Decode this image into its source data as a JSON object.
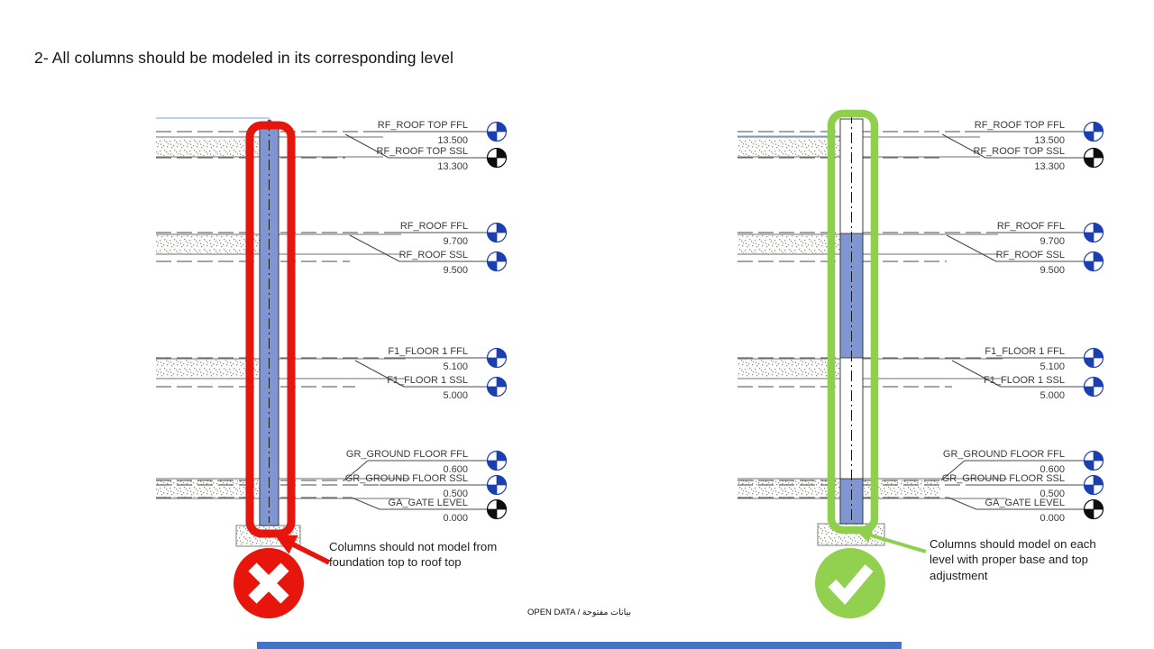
{
  "slide": {
    "title": "2- All columns should be modeled in its corresponding level"
  },
  "levels": [
    {
      "label": "RF_ROOF TOP FFL",
      "value": "13.500",
      "head": "blue"
    },
    {
      "label": "RF_ROOF TOP SSL",
      "value": "13.300",
      "head": "black"
    },
    {
      "label": "RF_ROOF FFL",
      "value": "9.700",
      "head": "blue"
    },
    {
      "label": "RF_ROOF SSL",
      "value": "9.500",
      "head": "blue"
    },
    {
      "label": "F1_FLOOR 1 FFL",
      "value": "5.100",
      "head": "blue"
    },
    {
      "label": "F1_FLOOR 1 SSL",
      "value": "5.000",
      "head": "blue"
    },
    {
      "label": "GR_GROUND FLOOR FFL",
      "value": "0.600",
      "head": "blue"
    },
    {
      "label": "GR_GROUND FLOOR SSL",
      "value": "0.500",
      "head": "blue"
    },
    {
      "label": "GA_GATE LEVEL",
      "value": "0.000",
      "head": "black"
    }
  ],
  "diagrams": [
    {
      "name": "incorrect-example",
      "badge": "cross",
      "caption": "Columns should not model from foundation top to roof top",
      "highlight_color": "#e8150c",
      "badge_color": "#e8150c"
    },
    {
      "name": "correct-example",
      "badge": "check",
      "caption": "Columns should model on each level with proper base and top adjustment",
      "highlight_color": "#8ed04c",
      "badge_color": "#92d050"
    }
  ],
  "footer": {
    "text": "OPEN DATA / بيانات مفتوحة"
  },
  "colors": {
    "column_fill": "#8096d2",
    "column_outline": "#2b2b2b",
    "level_head_blue": "#1b3faf",
    "level_head_black": "#0d0d0d",
    "line_gray": "#4a4a4a",
    "slab_line": "#8c8c8c",
    "stipple_dot": "#8f8f8f",
    "label_text": "#3a3a3a",
    "selection_blue": "#7aa3e0",
    "bottom_bar": "#4472c4"
  }
}
